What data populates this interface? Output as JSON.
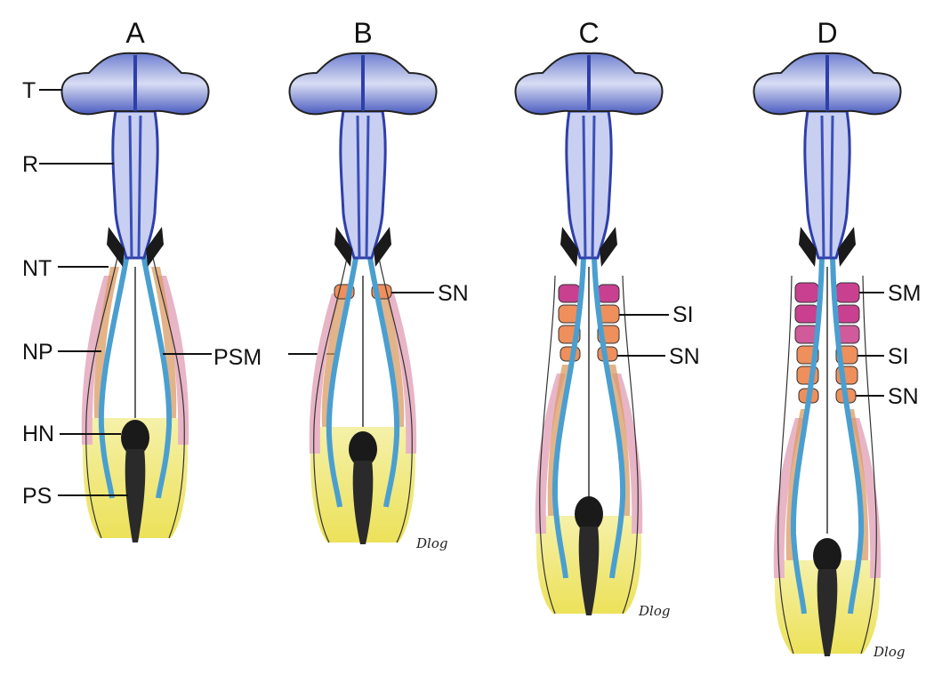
{
  "panels": [
    {
      "letter": "A",
      "labels": {
        "T": "T",
        "R": "R",
        "NT": "NT",
        "NP": "NP",
        "HN": "HN",
        "PS": "PS"
      },
      "shared_label": "PSM"
    },
    {
      "letter": "B",
      "labels": {
        "SN": "SN"
      }
    },
    {
      "letter": "C",
      "labels": {
        "SI": "SI",
        "SN": "SN"
      }
    },
    {
      "letter": "D",
      "labels": {
        "SM": "SM",
        "SI": "SI",
        "SN": "SN"
      }
    }
  ],
  "signature": "Dlog",
  "colors": {
    "neural": "#3b4fb8",
    "neural_light": "#dfe3f5",
    "tube": "#4a9fd0",
    "dark": "#1a1a1a",
    "somite": "#ee8f5c",
    "somite_mature": "#c8408f",
    "psm_pink": "#e8b5c6",
    "tail_yellow": "#eee35c",
    "node_tan": "#d99b62"
  }
}
